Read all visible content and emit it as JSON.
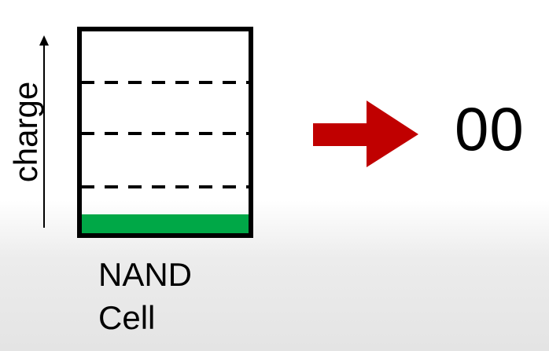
{
  "axis": {
    "label": "charge"
  },
  "cell": {
    "label_line1": "NAND",
    "label_line2": "Cell",
    "charge_level": 0,
    "charge_color": "#00a847",
    "threshold_count": 3
  },
  "arrow": {
    "color": "#c00000"
  },
  "result": {
    "value": "00"
  }
}
